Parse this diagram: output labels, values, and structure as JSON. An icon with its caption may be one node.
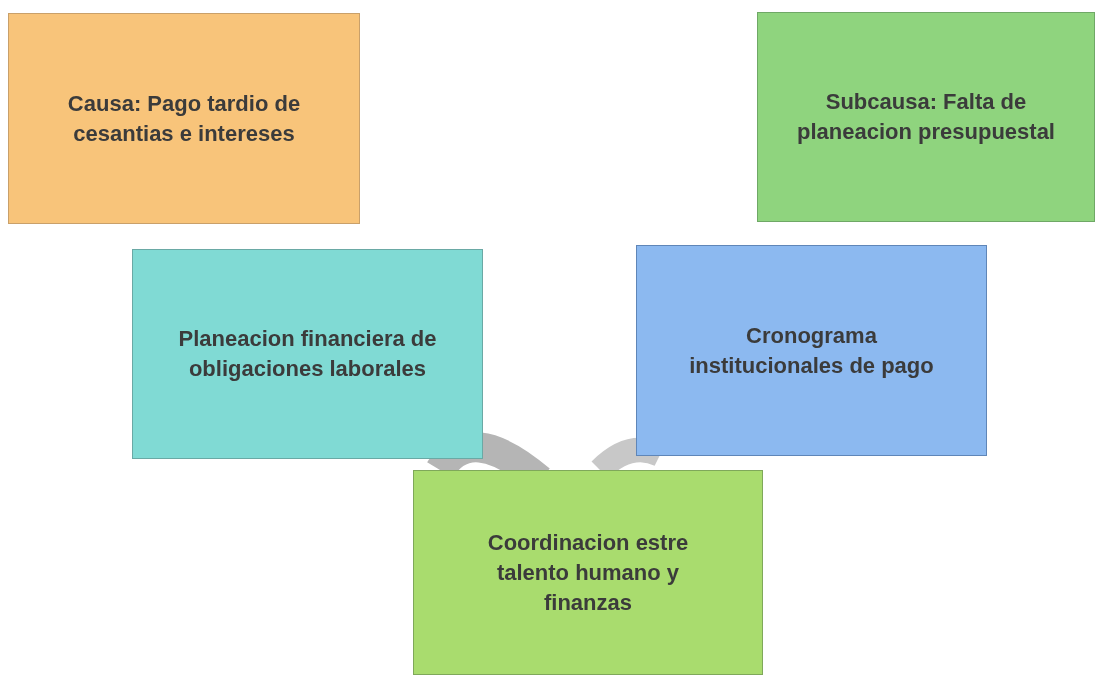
{
  "diagram": {
    "nodes": [
      {
        "text": [
          "Causa: Pago tardio de cesantias e intereses"
        ]
      },
      {
        "text": [
          "Subcausa: Falta de planeacion presupuestal"
        ]
      },
      {
        "text": [
          "Planeacion financiera de obligaciones laborales"
        ]
      },
      {
        "text": [
          "Cronograma institucionales de pago"
        ]
      },
      {
        "text": [
          "Coordinacion estre talento humano y finanzas"
        ]
      }
    ]
  }
}
